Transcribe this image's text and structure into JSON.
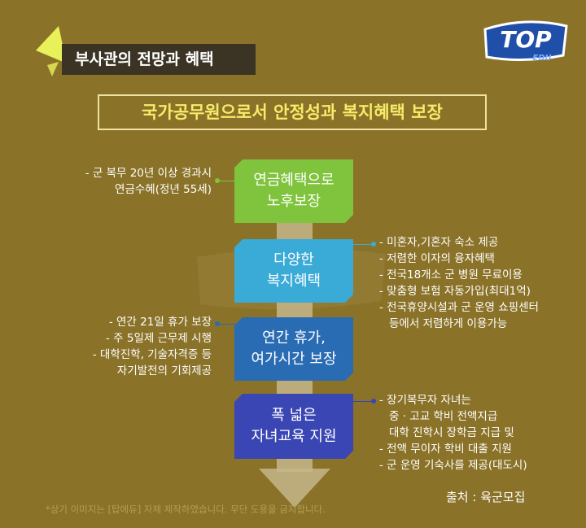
{
  "header": {
    "title": "부사관의 전망과 혜택"
  },
  "logo": {
    "main_text": "TOP",
    "sub_text": "EDU"
  },
  "banner": {
    "text": "국가공무원으로서 안정성과 복지혜택 보장"
  },
  "boxes": [
    {
      "line1": "연금혜택으로",
      "line2": "노후보장",
      "color": "#7fc43c"
    },
    {
      "line1": "다양한",
      "line2": "복지혜택",
      "color": "#3aaad6"
    },
    {
      "line1": "연간 휴가,",
      "line2": "여가시간 보장",
      "color": "#2a6cb4"
    },
    {
      "line1": "폭 넓은",
      "line2": "자녀교육 지원",
      "color": "#3a46b4"
    }
  ],
  "details": {
    "pension": [
      "- 군 복무 20년 이상 경과시",
      "연금수혜(정년 55세)"
    ],
    "welfare": [
      "- 미혼자,기혼자 숙소 제공",
      "- 저렴한 이자의 융자혜택",
      "- 전국18개소 군 병원 무료이용",
      "- 맞춤형 보험 자동가입(최대1억)",
      "- 전국휴양시설과 군 운영 쇼핑센터",
      "등에서 저렴하게 이용가능"
    ],
    "vacation": [
      "- 연간 21일 휴가 보장",
      "- 주 5일제 근무제 시행",
      "- 대학진학, 기술자격증 등",
      "자기발전의 기회제공"
    ],
    "education": [
      "- 장기복무자 자녀는",
      "중 · 고교 학비 전액지급",
      "대학 진학시 장학금 지급 및",
      "- 전액 무이자 학비 대출 지원",
      "- 군 운영 기숙사를 제공(대도시)"
    ]
  },
  "footer": {
    "source": "출처 : 육군모집",
    "disclaimer": "*상기 이미지는 [탑에듀] 자체 제작하였습니다. 무단 도용을 금지합니다."
  },
  "colors": {
    "background": "#8a7228",
    "header_bar": "#3b3424",
    "banner_text": "#f6ec6a",
    "triangle": "#e8f05a"
  }
}
